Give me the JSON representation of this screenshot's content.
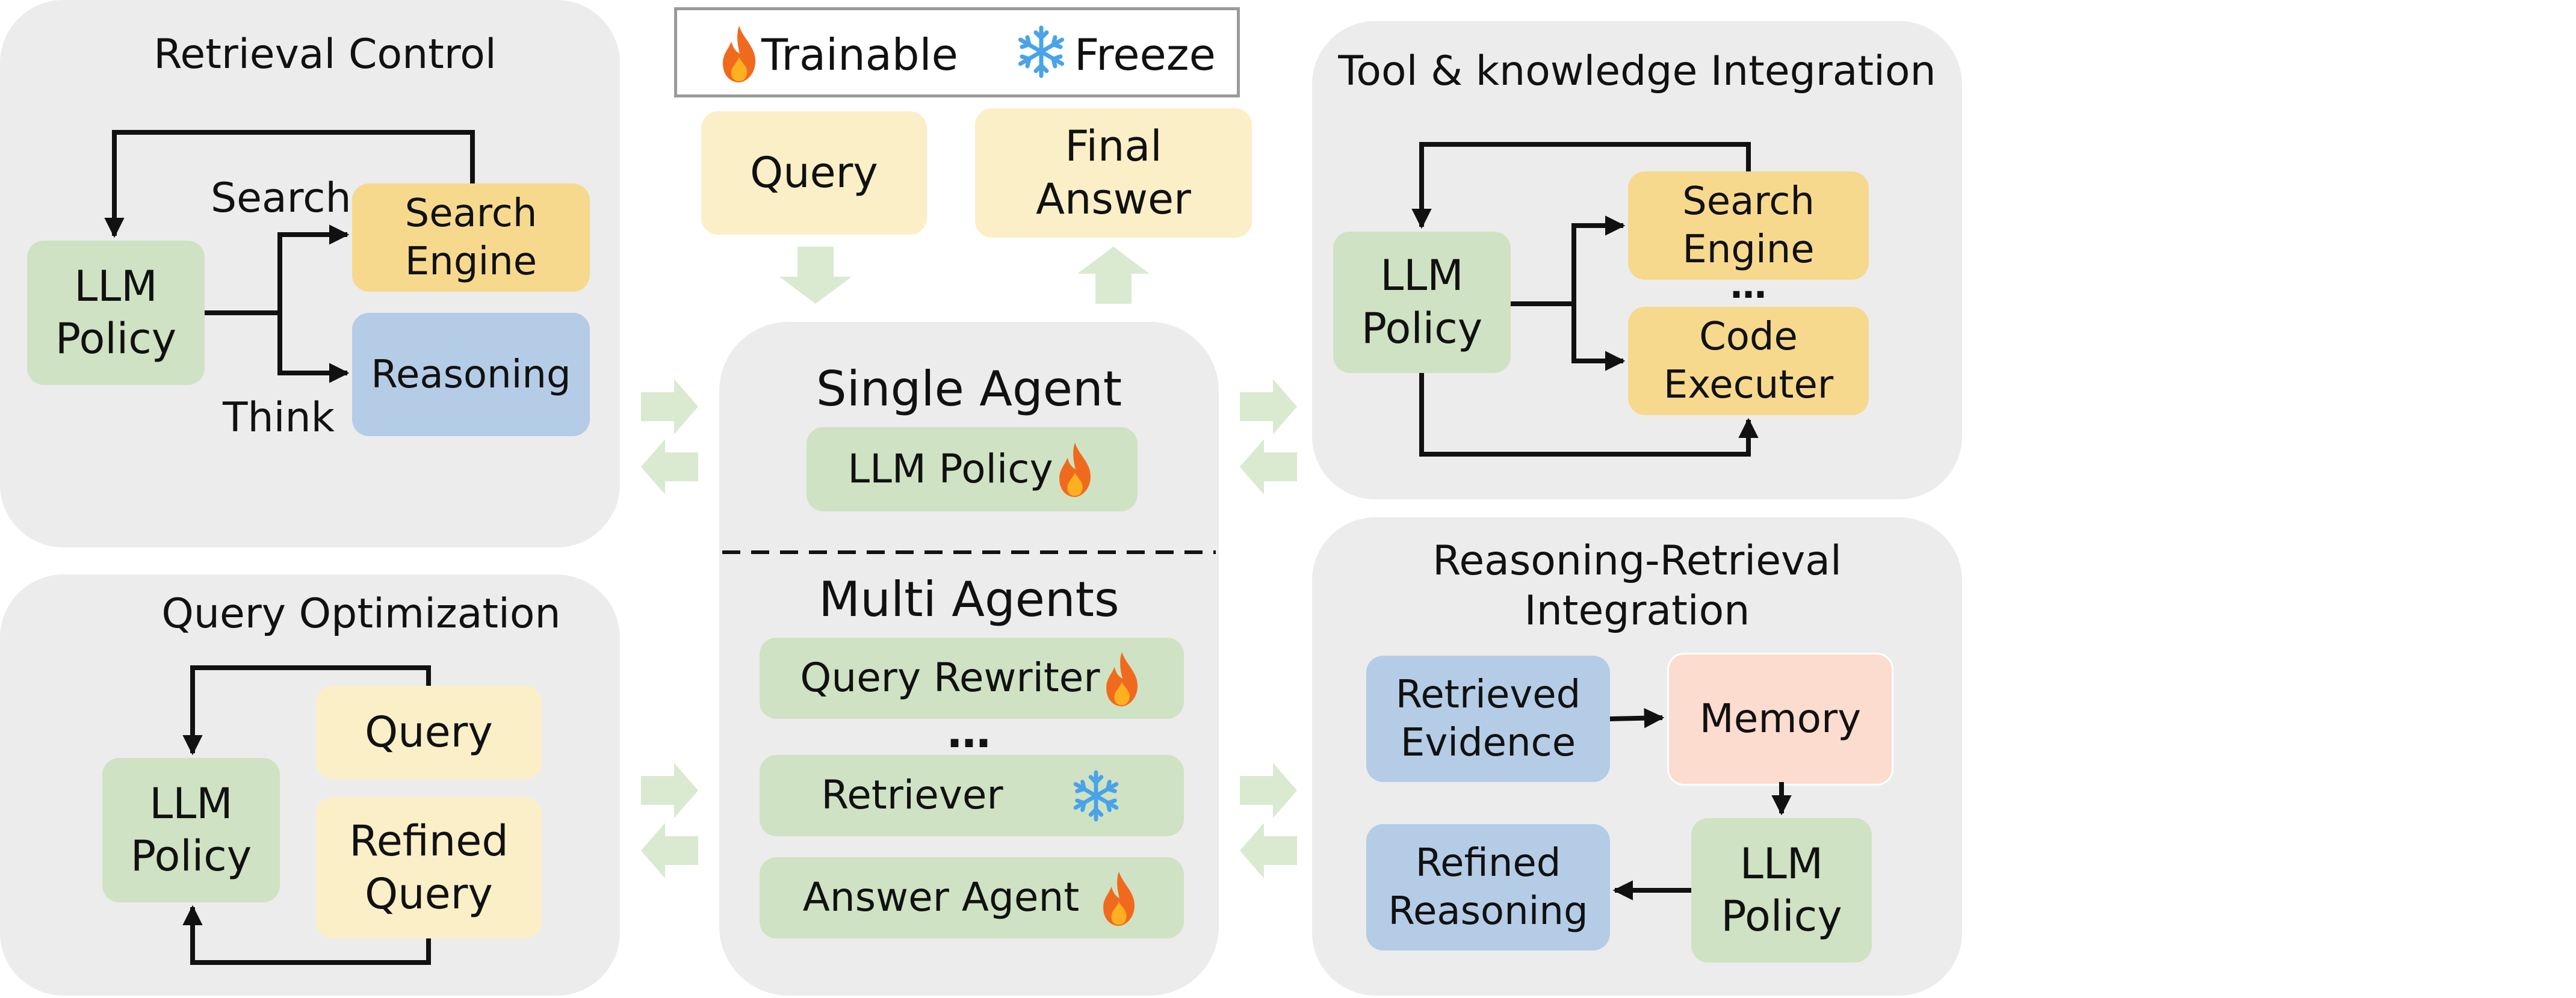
{
  "legend": {
    "trainable": "Trainable",
    "freeze": "Freeze"
  },
  "top": {
    "query": "Query",
    "final_answer": "Final\nAnswer"
  },
  "retrieval_control": {
    "title": "Retrieval Control",
    "policy": "LLM\nPolicy",
    "search_label": "Search",
    "think_label": "Think",
    "search_engine": "Search\nEngine",
    "reasoning": "Reasoning"
  },
  "query_optimization": {
    "title": "Query Optimization",
    "policy": "LLM\nPolicy",
    "query": "Query",
    "refined_query": "Refined\nQuery"
  },
  "center": {
    "single_title": "Single Agent",
    "single_policy": "LLM Policy",
    "multi_title": "Multi Agents",
    "query_rewriter": "Query Rewriter",
    "ellipsis": "…",
    "retriever": "Retriever",
    "answer_agent": "Answer Agent"
  },
  "tool_integration": {
    "title": "Tool & knowledge Integration",
    "policy": "LLM\nPolicy",
    "search_engine": "Search\nEngine",
    "ellipsis": "…",
    "code_executer": "Code\nExecuter"
  },
  "reasoning_retrieval": {
    "title": "Reasoning-Retrieval\nIntegration",
    "retrieved_evidence": "Retrieved\nEvidence",
    "memory": "Memory",
    "refined_reasoning": "Refined\nReasoning",
    "policy": "LLM\nPolicy"
  },
  "colors": {
    "panel": "#ececec",
    "policy_green": "#cfe2c3",
    "query_yellow": "#fbefc7",
    "tool_gold": "#f7d98e",
    "reasoning_blue": "#b4cce6",
    "memory_peach": "#fbdccf",
    "arrow_green": "#d9ead0",
    "snowflake": "#4aa3e8",
    "flame": "#f06a1e"
  }
}
